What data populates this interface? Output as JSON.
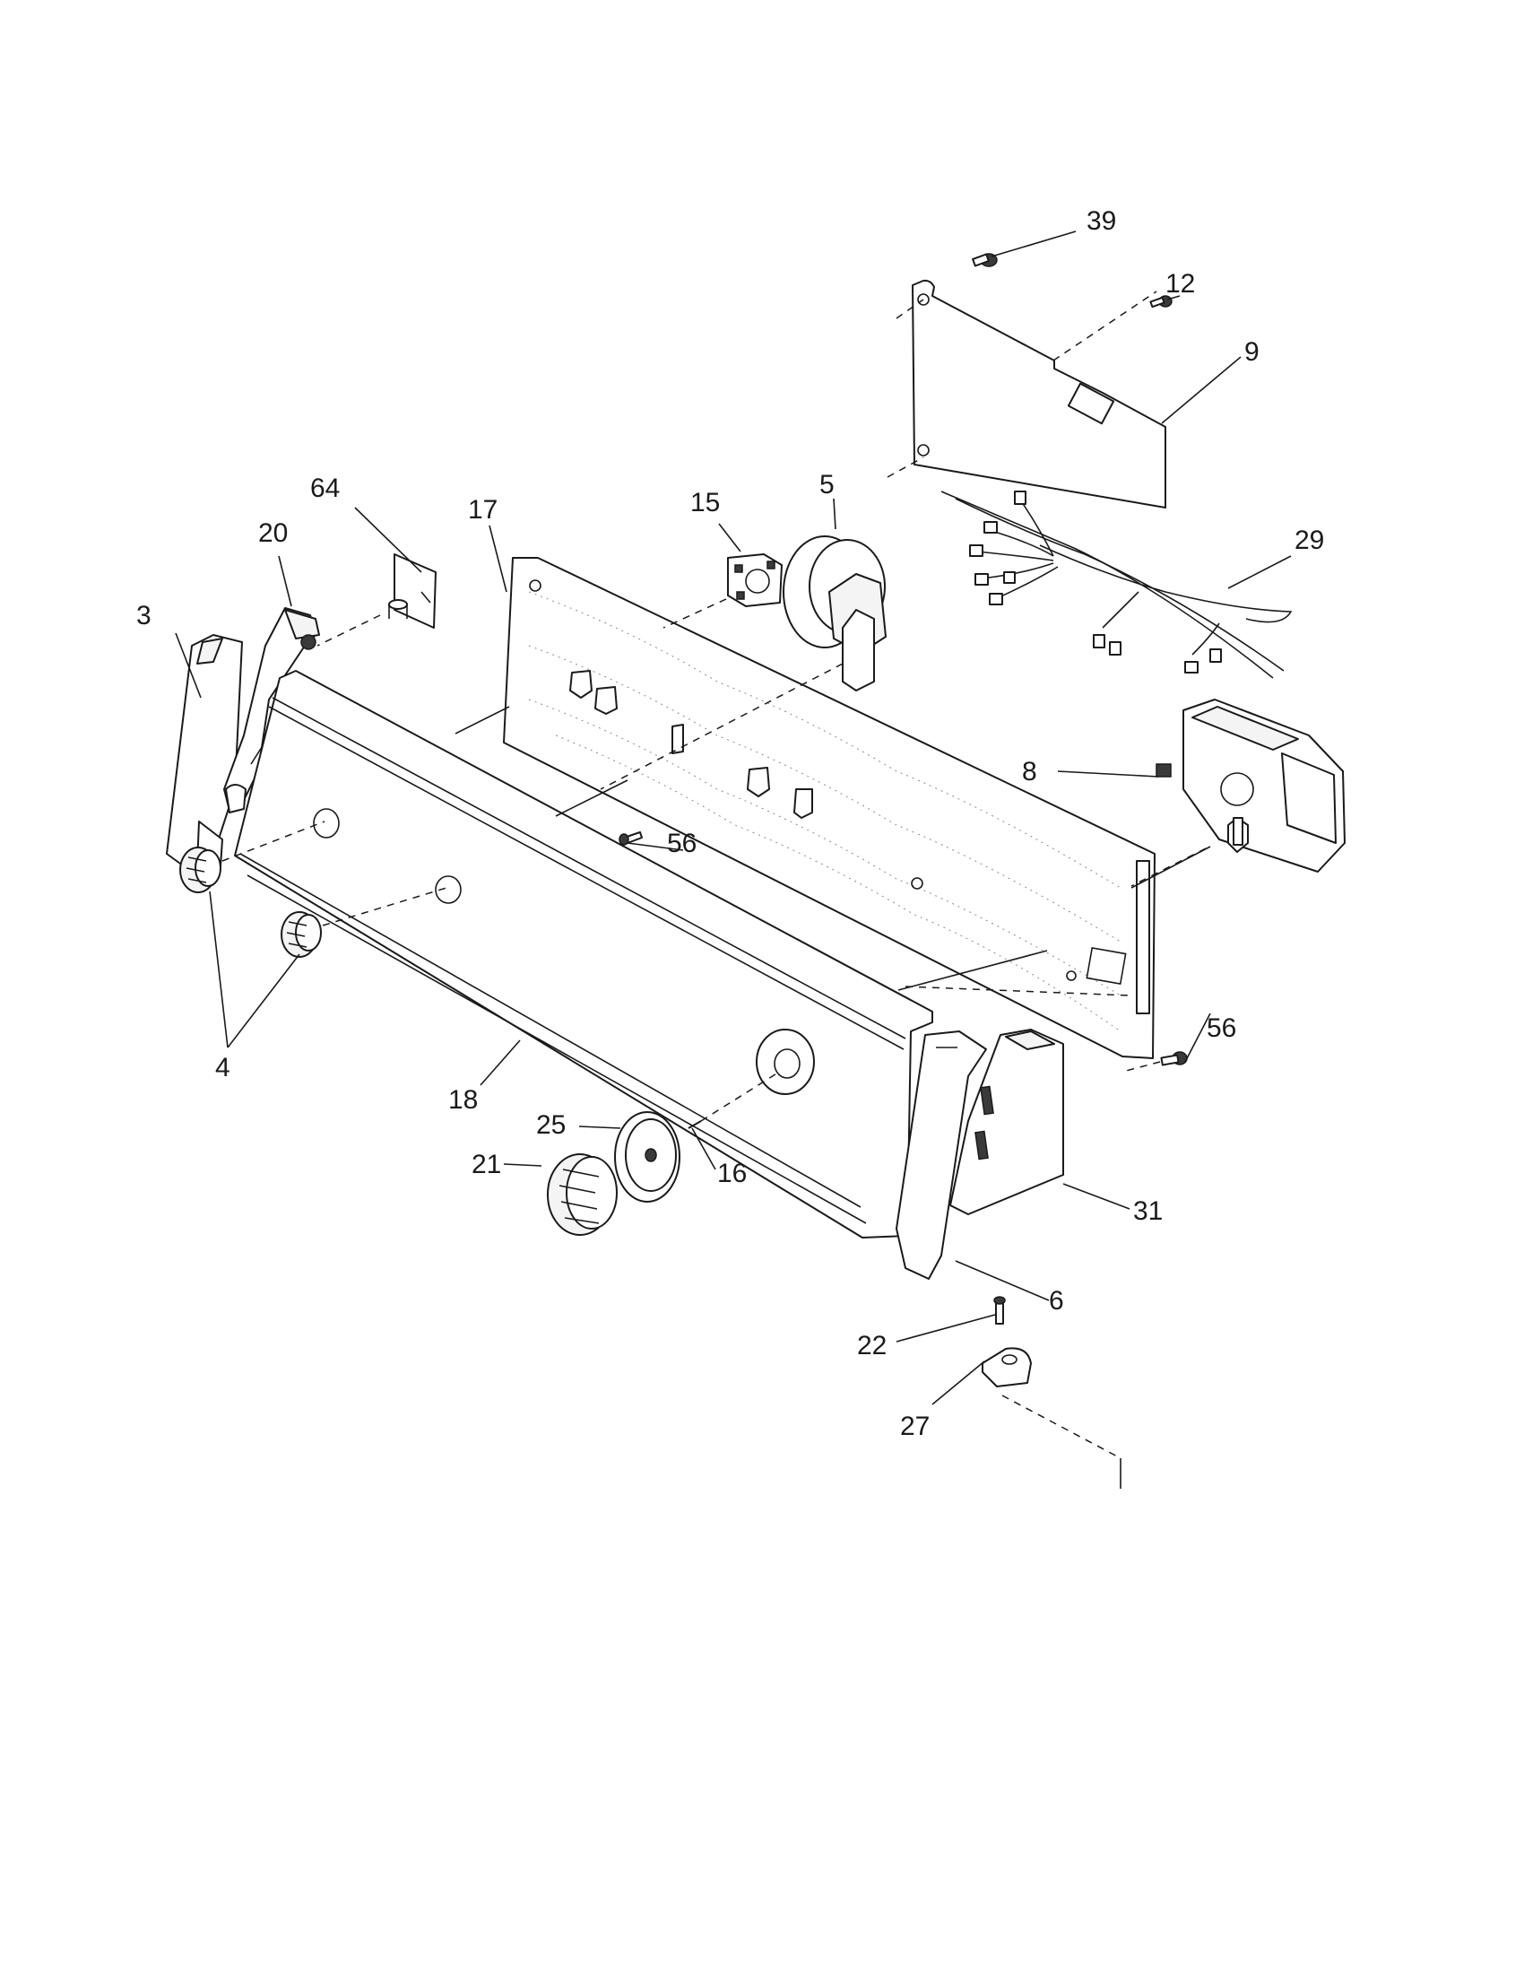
{
  "diagram": {
    "callouts": [
      "39",
      "12",
      "9",
      "29",
      "5",
      "15",
      "17",
      "64",
      "20",
      "3",
      "8",
      "56",
      "56",
      "4",
      "18",
      "25",
      "21",
      "16",
      "31",
      "6",
      "22",
      "27"
    ]
  }
}
